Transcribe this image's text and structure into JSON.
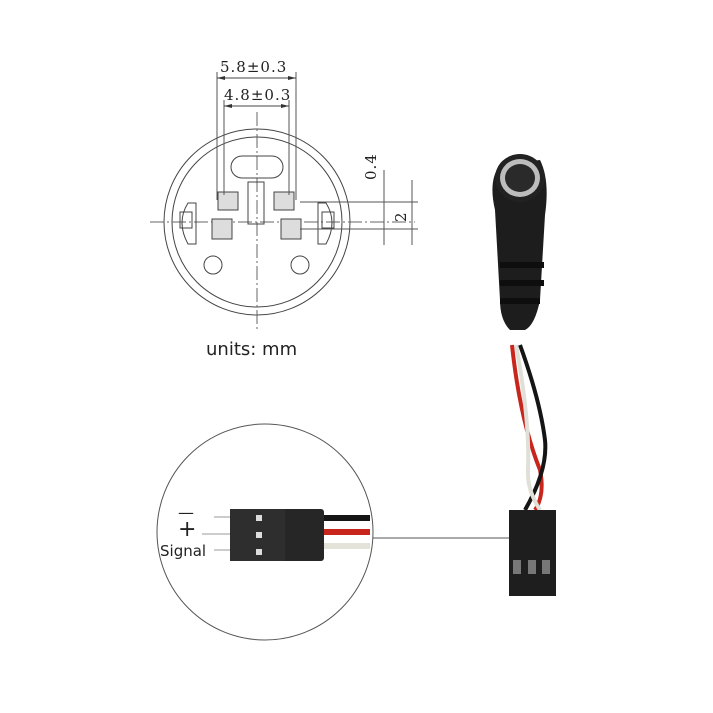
{
  "drawing": {
    "dimensions": {
      "outer_width": "5.8±0.3",
      "inner_width": "4.8±0.3",
      "pin_offset": "0.4",
      "pin_spacing": "2"
    },
    "units_label": "units: mm"
  },
  "inset": {
    "pin_labels": {
      "minus": "—",
      "plus": "+",
      "signal": "Signal"
    }
  },
  "colors": {
    "wire_black": "#151515",
    "wire_red": "#c8261c",
    "wire_white": "#e8e8e0",
    "connector_body": "#1e1e1e",
    "line": "#555555"
  }
}
